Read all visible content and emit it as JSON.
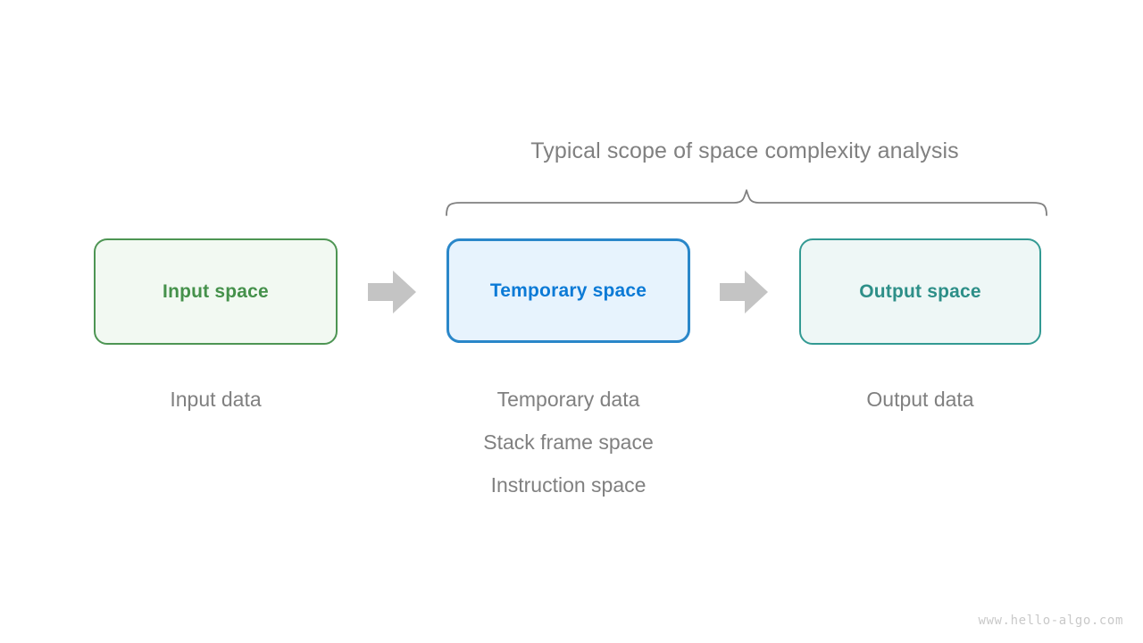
{
  "scope": {
    "title": "Typical scope of space complexity analysis",
    "brace_color": "#808080"
  },
  "boxes": [
    {
      "key": "input",
      "label": "Input space",
      "border_color": "#4d9553",
      "fill_color": "#f2f9f2",
      "text_color": "#45914b"
    },
    {
      "key": "temporary",
      "label": "Temporary space",
      "border_color": "#2a87c9",
      "fill_color": "#e7f3fd",
      "text_color": "#0b7ad6"
    },
    {
      "key": "output",
      "label": "Output space",
      "border_color": "#339a93",
      "fill_color": "#eef7f6",
      "text_color": "#2d8f88"
    }
  ],
  "arrows": {
    "color": "#c4c4c4",
    "count": 2,
    "direction": "right"
  },
  "captions": {
    "input": [
      "Input data"
    ],
    "temporary": [
      "Temporary data",
      "Stack frame space",
      "Instruction space"
    ],
    "output": [
      "Output data"
    ],
    "text_color": "#808080"
  },
  "watermark": {
    "text": "www.hello-algo.com",
    "color": "#c9c9c9"
  }
}
